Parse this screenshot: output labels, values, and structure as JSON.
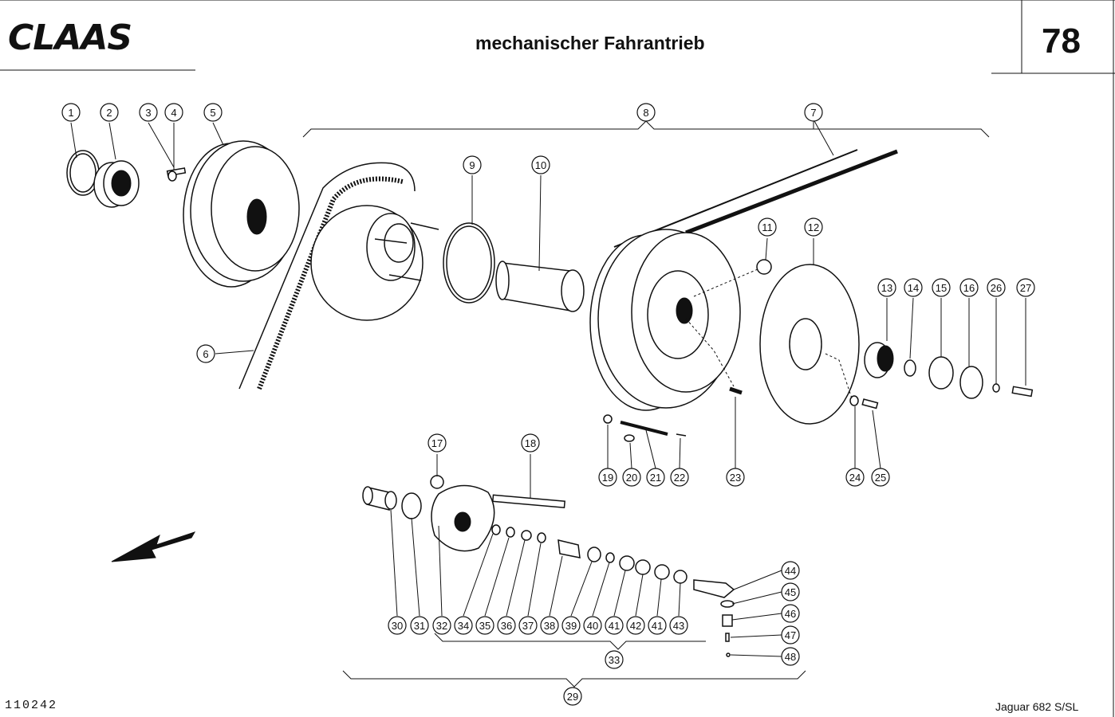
{
  "header": {
    "brand": "CLAAS",
    "title": "mechanischer Fahrantrieb",
    "page_number": "78"
  },
  "footer": {
    "drawing_number": "110242",
    "model": "Jaguar 682 S/SL"
  },
  "callouts": [
    "1",
    "2",
    "3",
    "4",
    "5",
    "6",
    "7",
    "8",
    "9",
    "10",
    "11",
    "12",
    "13",
    "14",
    "15",
    "16",
    "17",
    "18",
    "19",
    "20",
    "21",
    "22",
    "23",
    "24",
    "25",
    "26",
    "27",
    "29",
    "30",
    "31",
    "32",
    "33",
    "34",
    "35",
    "36",
    "37",
    "38",
    "39",
    "40",
    "41",
    "41",
    "42",
    "43",
    "44",
    "45",
    "46",
    "47",
    "48"
  ]
}
